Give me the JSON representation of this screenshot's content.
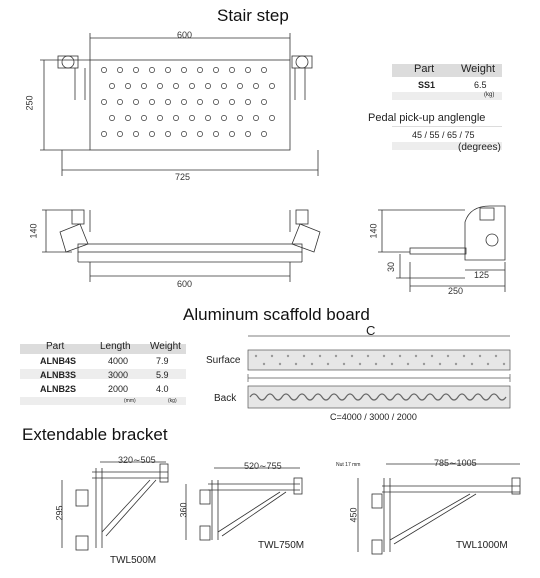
{
  "stair_step": {
    "title": "Stair step",
    "top_width": "600",
    "height": "250",
    "overall": "725",
    "front_h": "140",
    "front_w": "600",
    "side_h": "140",
    "side_30": "30",
    "side_125": "125",
    "side_250": "250",
    "weight_table": {
      "col_part": "Part",
      "col_weight": "Weight",
      "part": "SS1",
      "weight": "6.5",
      "unit": "(kg)"
    },
    "angle": {
      "title": "Pedal pick-up anglengle",
      "values": "45 / 55 / 65 / 75",
      "unit": "(degrees)"
    }
  },
  "board": {
    "title": "Aluminum scaffold board",
    "table": {
      "col_part": "Part",
      "col_length": "Length",
      "col_weight": "Weight",
      "rows": [
        {
          "part": "ALNB4S",
          "length": "4000",
          "weight": "7.9"
        },
        {
          "part": "ALNB3S",
          "length": "3000",
          "weight": "5.9"
        },
        {
          "part": "ALNB2S",
          "length": "2000",
          "weight": "4.0"
        }
      ],
      "unit_length": "(mm)",
      "unit_weight": "(kg)"
    },
    "c_label": "C",
    "surface_label": "Surface",
    "back_label": "Back",
    "c_values": "C=4000 / 3000 / 2000"
  },
  "bracket": {
    "title": "Extendable bracket",
    "items": [
      {
        "range": "320∼505",
        "height": "295",
        "model": "TWL500M"
      },
      {
        "range": "520∼755",
        "height": "360",
        "model": "TWL750M"
      },
      {
        "range": "785∼1005",
        "height": "450",
        "model": "TWL1000M",
        "note": "Nut 17 mm"
      }
    ]
  }
}
